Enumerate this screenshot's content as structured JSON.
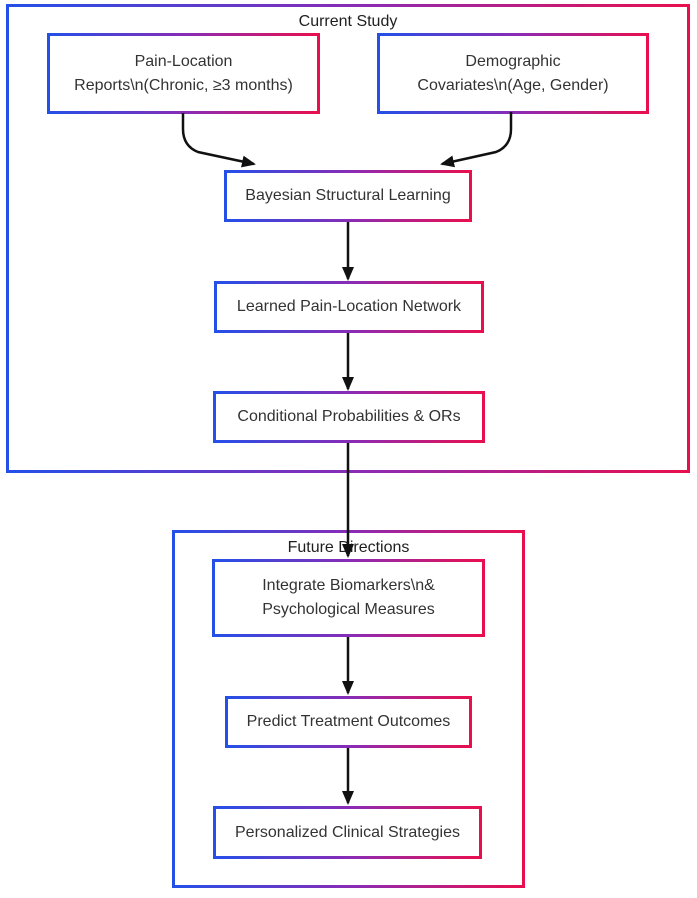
{
  "diagram": {
    "groups": {
      "current_study": {
        "title": "Current Study"
      },
      "future_directions": {
        "title": "Future Directions"
      }
    },
    "nodes": {
      "pain_location": {
        "lines": [
          "Pain-Location",
          "Reports\\n(Chronic, ≥3 months)"
        ]
      },
      "demographic": {
        "lines": [
          "Demographic",
          "Covariates\\n(Age, Gender)"
        ]
      },
      "bayesian": {
        "lines": [
          "Bayesian Structural Learning"
        ]
      },
      "learned": {
        "lines": [
          "Learned Pain-Location Network"
        ]
      },
      "conditional": {
        "lines": [
          "Conditional Probabilities & ORs"
        ]
      },
      "integrate": {
        "lines": [
          "Integrate Biomarkers\\n&",
          "Psychological Measures"
        ]
      },
      "predict": {
        "lines": [
          "Predict Treatment Outcomes"
        ]
      },
      "personalized": {
        "lines": [
          "Personalized Clinical Strategies"
        ]
      }
    },
    "edges": [
      {
        "from": "pain_location",
        "to": "bayesian"
      },
      {
        "from": "demographic",
        "to": "bayesian"
      },
      {
        "from": "bayesian",
        "to": "learned"
      },
      {
        "from": "learned",
        "to": "conditional"
      },
      {
        "from": "conditional",
        "to": "integrate"
      },
      {
        "from": "integrate",
        "to": "predict"
      },
      {
        "from": "predict",
        "to": "personalized"
      }
    ],
    "colors": {
      "border_gradient_start": "#2450e8",
      "border_gradient_mid": "#8c2bb4",
      "border_gradient_end": "#e90f4e",
      "arrow": "#111111",
      "node_text": "#333333",
      "background": "#ffffff"
    }
  }
}
